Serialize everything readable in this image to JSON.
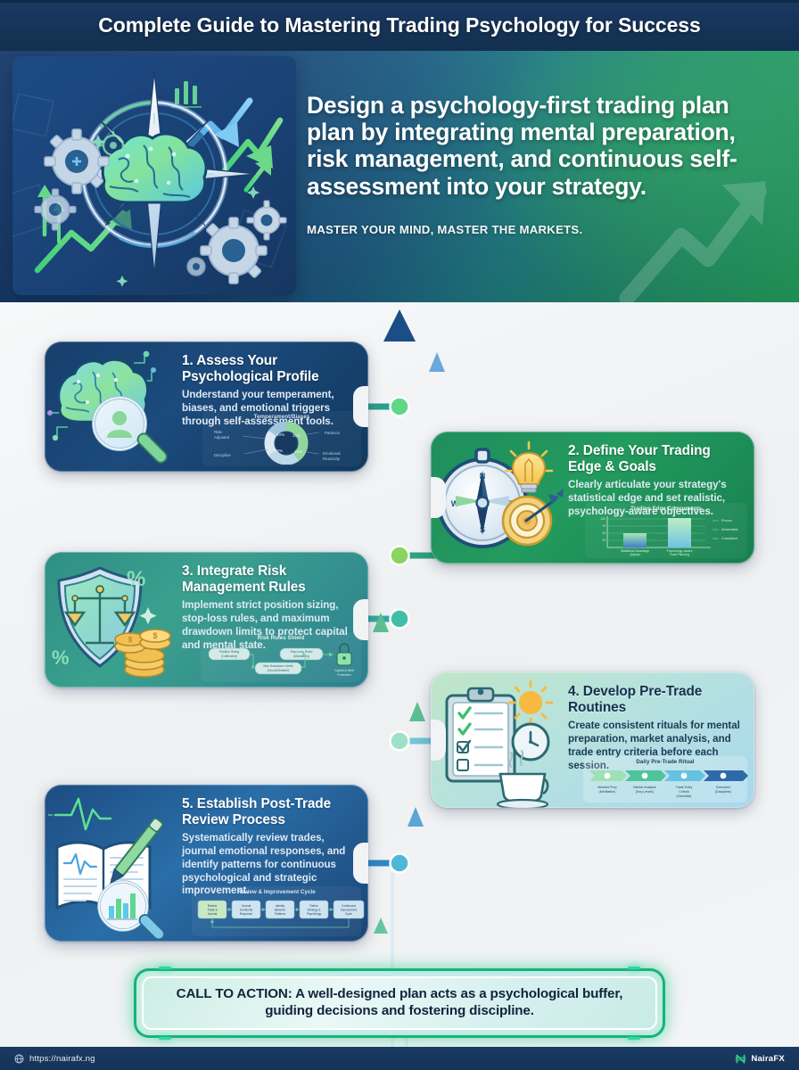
{
  "header": {
    "title": "Complete Guide to Mastering Trading Psychology for Success"
  },
  "hero": {
    "headline": "Design a psychology-first trading plan plan by integrating mental preparation, risk management, and continuous self-assessment into your strategy.",
    "tagline": "MASTER YOUR MIND, MASTER THE MARKETS.",
    "illustration": "brain-compass-gears-growth-arrows-illustration"
  },
  "steps": [
    {
      "title": "1. Assess Your Psychological Profile",
      "desc": "Understand your temperament, biases, and emotional triggers through self-assessment tools.",
      "icon": "brain-magnifier-profile-icon",
      "figure": {
        "title": "Temperament/Biases",
        "type": "donut",
        "labels": [
          "Risk-Adjusted",
          "Patience",
          "Discipline",
          "Emotional Reactivity"
        ],
        "values": [
          40,
          25,
          20,
          15
        ]
      }
    },
    {
      "title": "2. Define Your Trading Edge & Goals",
      "desc": "Clearly articulate your strategy's statistical edge and set realistic, psychology-aware objectives.",
      "icon": "compass-lightbulb-target-icon",
      "figure": {
        "title": "Trading Edge Components",
        "type": "bar",
        "categories": [
          "Statistical Advantage (Alpha)",
          "Psychology-Aware Goal Planning"
        ],
        "values": [
          50,
          95
        ],
        "legend": [
          "Proven",
          "Achievable",
          "Consistent"
        ]
      }
    },
    {
      "title": "3. Integrate Risk Management Rules",
      "desc": "Implement strict position sizing, stop-loss rules, and maximum drawdown limits to protect capital and mental state.",
      "icon": "shield-scales-coins-icon",
      "figure": {
        "title": "Risk Rules Shield",
        "type": "flow",
        "nodes": [
          "Position Sizing (Calibrated)",
          "Max Drawdown Limits (Circuit Breaker)",
          "Stop-Loss Rules (Mandatory)",
          "Capital & Mind Protection"
        ]
      }
    },
    {
      "title": "4. Develop Pre-Trade Routines",
      "desc": "Create consistent rituals for mental preparation, market analysis, and trade entry criteria before each session.",
      "icon": "clipboard-checklist-sun-clock-coffee-icon",
      "figure": {
        "title": "Daily Pre-Trade Ritual",
        "type": "timeline",
        "nodes": [
          "Mindset Prep (Meditation)",
          "Market Analysis (Key Levels)",
          "Trade Entry Criteria (Checklist)",
          "Execution (Discipline)"
        ]
      }
    },
    {
      "title": "5. Establish Post-Trade Review Process",
      "desc": "Systematically review trades, journal emotional responses, and identify patterns for continuous psychological and strategic improvement.",
      "icon": "journal-pen-chart-magnifier-icon",
      "figure": {
        "title": "Review & Improvement Cycle",
        "type": "process",
        "nodes": [
          "Review Trade & Journal",
          "Journal Emotional Response",
          "Identify Behavior Patterns",
          "Refine Strategy & Psychology",
          "Continuous Improvement Cycle"
        ]
      }
    }
  ],
  "cta": {
    "text": "CALL TO ACTION: A well-designed plan acts as a psychological buffer, guiding decisions and fostering discipline."
  },
  "footer": {
    "url": "https://nairafx.ng",
    "url_icon": "globe-icon",
    "brand": "NairaFX",
    "brand_icon": "naira-logo-icon"
  },
  "colors": {
    "header_bg": "#163358",
    "hero_blue": "#1b4477",
    "hero_green": "#23a05c",
    "accent_green": "#4cd38a",
    "cta_border": "#17b377",
    "canvas_bg": "#f1f3f5"
  }
}
